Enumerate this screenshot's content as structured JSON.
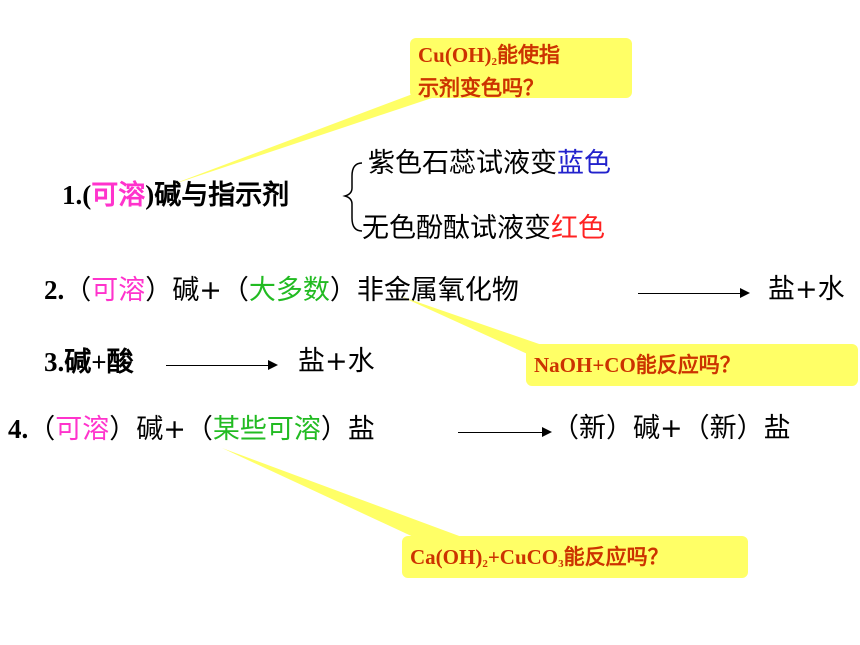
{
  "callouts": {
    "c1_line1_pre": "Cu(OH)",
    "c1_line1_sub": "2",
    "c1_line1_post": "能使指",
    "c1_line2": "示剂变色吗？",
    "c2": "NaOH+CO能反应吗？",
    "c3_pre": "Ca(OH)",
    "c3_sub1": "2",
    "c3_mid": "+CuCO",
    "c3_sub2": "3",
    "c3_post": "能反应吗？"
  },
  "row1": {
    "num": "1.(",
    "soluble": "可溶",
    "rest": ")碱与指示剂",
    "branch_top_pre": "紫色石蕊试液变",
    "branch_top_color": "蓝色",
    "branch_bottom_pre": "无色酚酞试液变",
    "branch_bottom_color": "红色"
  },
  "row2": {
    "num": "2.",
    "p1": "（",
    "soluble": "可溶",
    "p2": "）碱+（",
    "most": "大多数",
    "p3": "）非金属氧化物",
    "product": "盐+水"
  },
  "row3": {
    "num": "3.碱+酸",
    "product": "盐+水"
  },
  "row4": {
    "num": "4.",
    "p1": "（",
    "soluble": "可溶",
    "p2": "）碱+（",
    "some": "某些可溶",
    "p3": "）盐",
    "product": "（新）碱+（新）盐"
  }
}
